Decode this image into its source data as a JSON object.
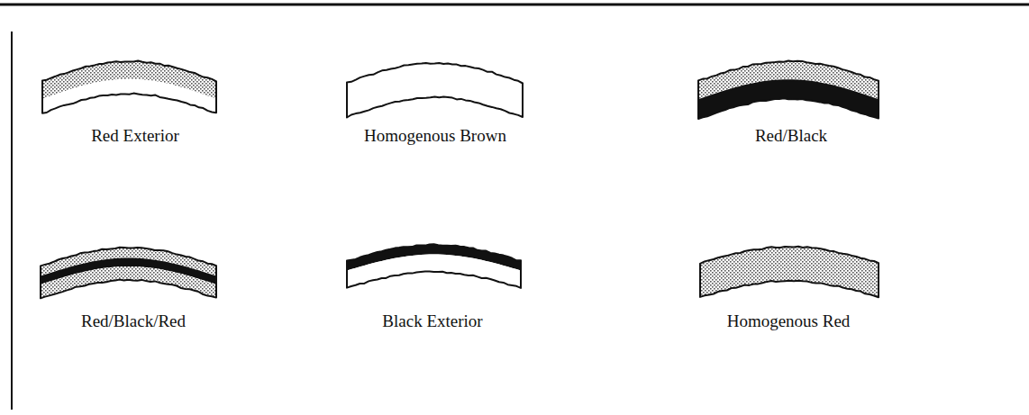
{
  "diagram": {
    "labels": [
      "Red Exterior",
      "Homogenous Brown",
      "Red/Black",
      "Red/Black/Red",
      "Black Exterior",
      "Homogenous Red"
    ]
  }
}
